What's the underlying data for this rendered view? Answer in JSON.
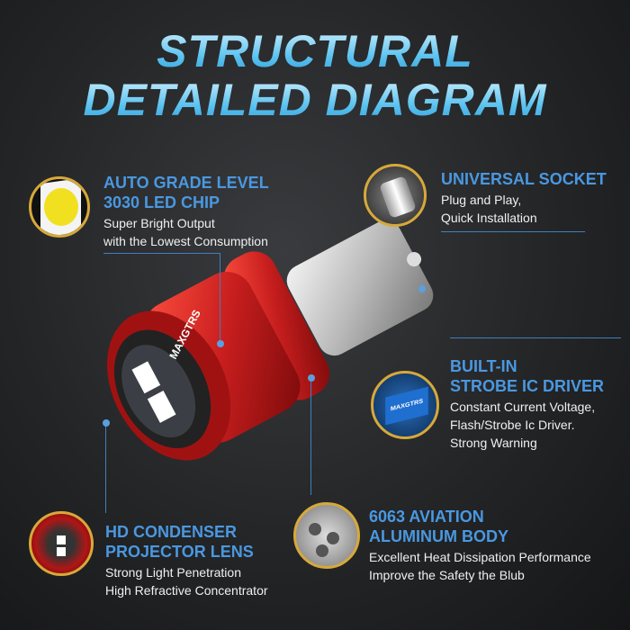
{
  "title": {
    "line1": "STRUCTURAL",
    "line2": "DETAILED DIAGRAM"
  },
  "brand": "MAXGTRS",
  "colors": {
    "heading": "#4a98e0",
    "accent_ring": "#d7a93a",
    "bulb_red": "#c81e1e",
    "background": "#242527"
  },
  "features": [
    {
      "title1": "AUTO GRADE LEVEL",
      "title2": "3030 LED CHIP",
      "desc": [
        "Super Bright Output",
        "with the Lowest Consumption"
      ],
      "icon": "led-chip-icon"
    },
    {
      "title1": "UNIVERSAL SOCKET",
      "title2": "",
      "desc": [
        "Plug and Play,",
        "Quick Installation"
      ],
      "icon": "socket-icon"
    },
    {
      "title1": "BUILT-IN",
      "title2": "STROBE IC DRIVER",
      "desc": [
        "Constant Current Voltage,",
        "Flash/Strobe Ic Driver.",
        "Strong Warning"
      ],
      "icon": "ic-chip-icon"
    },
    {
      "title1": "HD CONDENSER",
      "title2": "PROJECTOR LENS",
      "desc": [
        "Strong Light Penetration",
        "High Refractive Concentrator"
      ],
      "icon": "projector-lens-icon"
    },
    {
      "title1": "6063 AVIATION",
      "title2": "ALUMINUM BODY",
      "desc": [
        "Excellent Heat Dissipation Performance",
        "Improve the Safety the Blub"
      ],
      "icon": "aluminum-body-icon"
    }
  ]
}
